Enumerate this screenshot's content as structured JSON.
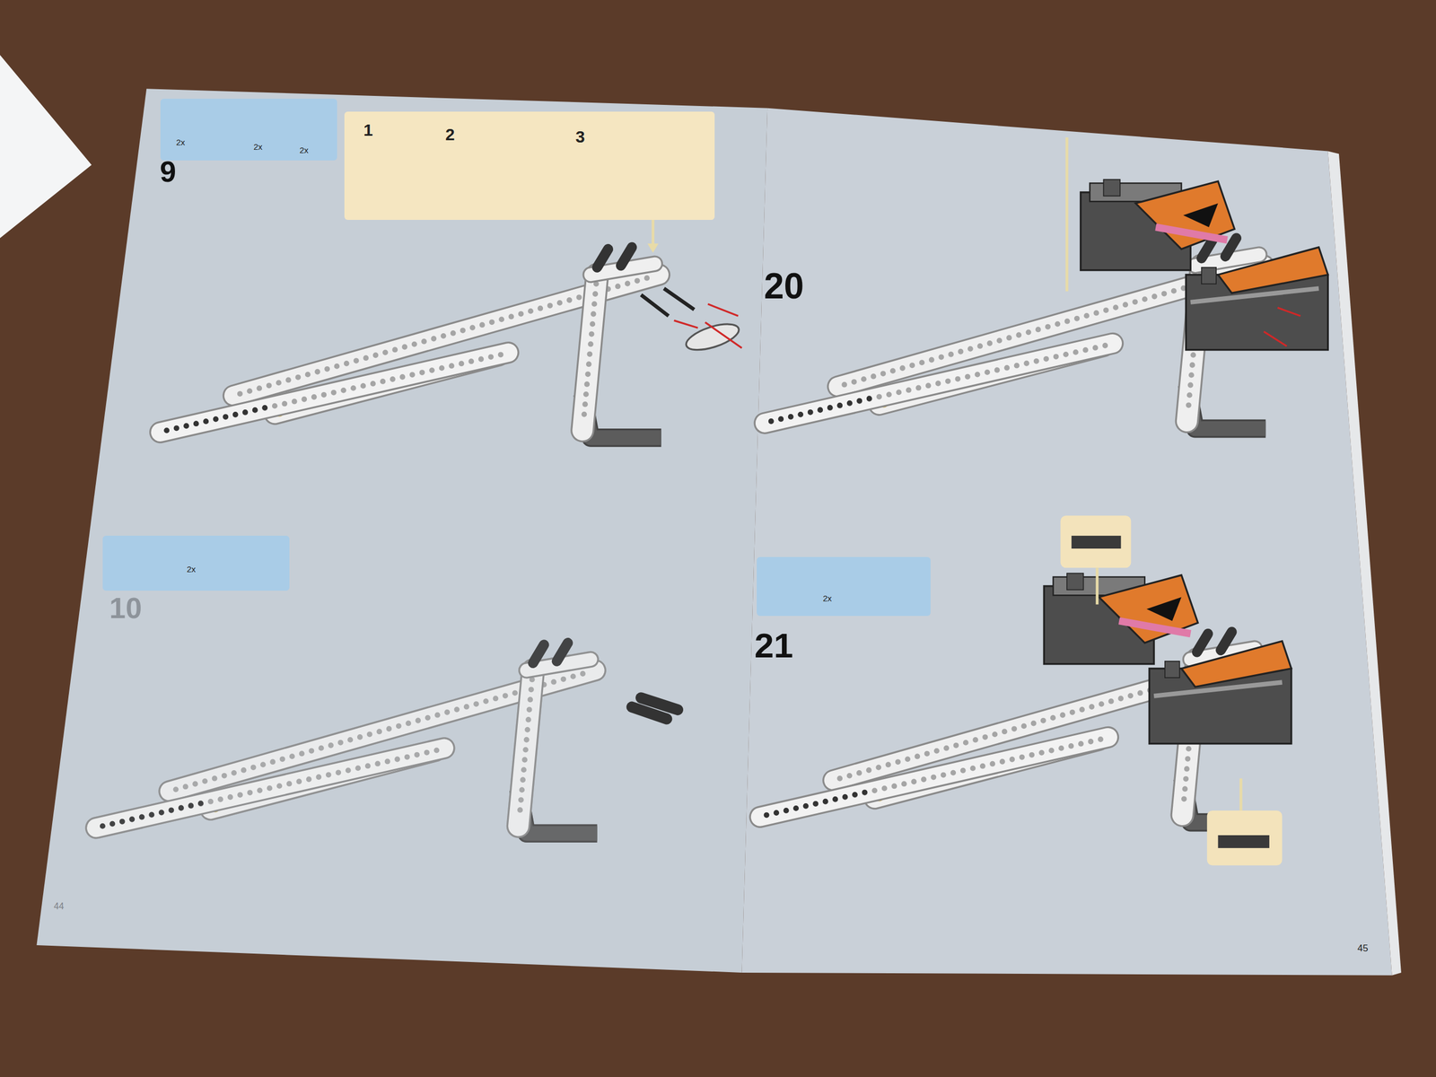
{
  "diagram": {
    "nodes": [
      {
        "text": [
          "2x",
          "2x",
          "2x"
        ]
      },
      {
        "text": [
          "1",
          "2",
          "3"
        ]
      },
      {
        "text": [
          "2x"
        ]
      },
      {
        "text": [
          "2x"
        ]
      }
    ],
    "labels": [
      "9",
      "10",
      "44",
      "20",
      "21",
      "45"
    ]
  }
}
